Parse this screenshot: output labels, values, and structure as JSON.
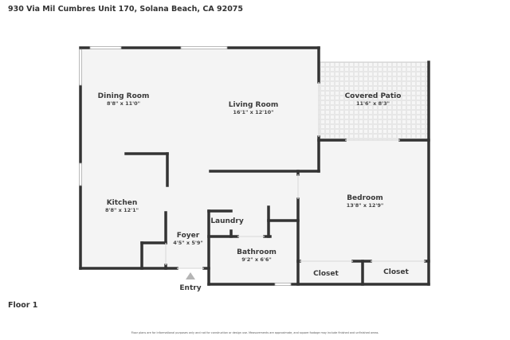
{
  "header": {
    "address": "930 Via Mil Cumbres Unit 170, Solana Beach, CA 92075"
  },
  "floor_label": "Floor 1",
  "rooms": [
    {
      "name": "Dining Room",
      "dims": "8'8\" x 11'0\""
    },
    {
      "name": "Living Room",
      "dims": "16'1\" x 12'10\""
    },
    {
      "name": "Covered Patio",
      "dims": "11'6\" x 8'3\""
    },
    {
      "name": "Bedroom",
      "dims": "13'8\" x 12'9\""
    },
    {
      "name": "Kitchen",
      "dims": "8'8\" x 12'1\""
    },
    {
      "name": "Foyer",
      "dims": "4'5\" x 5'9\""
    },
    {
      "name": "Laundry"
    },
    {
      "name": "Bathroom",
      "dims": "9'2\" x 6'6\""
    },
    {
      "name": "Closet"
    },
    {
      "name": "Closet"
    }
  ],
  "entry_label": "Entry",
  "disclaimer": "Floor plans are for informational purposes only and not for construction or design use. Measurements are approximate, and square footage may include finished and unfinished areas.",
  "colors": {
    "wall": "#333333",
    "floor": "#f4f4f4",
    "window": "#e8e8e8",
    "entry_arrow": "#b5b5b5"
  }
}
